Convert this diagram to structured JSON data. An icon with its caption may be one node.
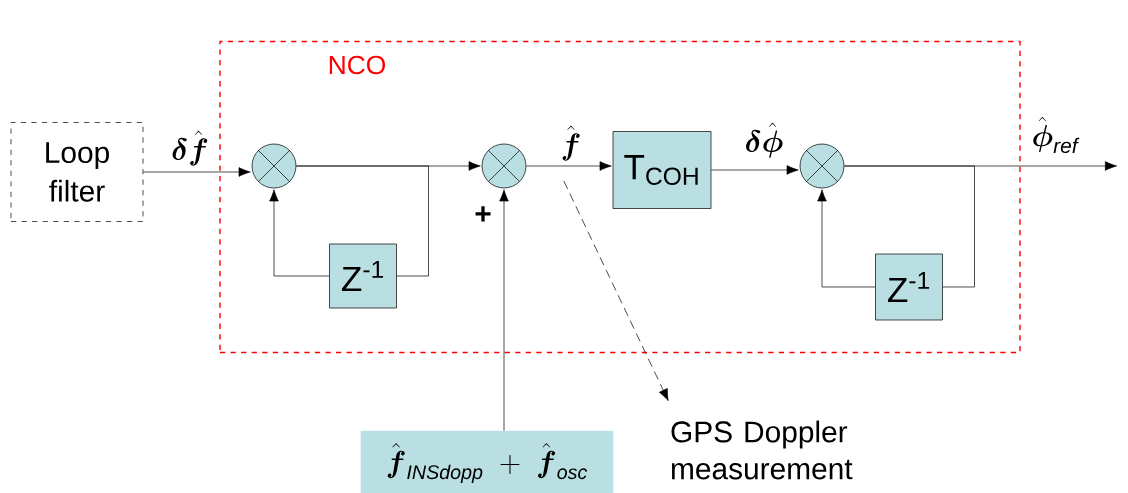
{
  "diagram": {
    "nodes": [
      {
        "text": [
          "NCO"
        ]
      },
      {
        "text": [
          "Loop filter"
        ]
      },
      {
        "text": [],
        "shape": "circle",
        "in": 0
      },
      {
        "text": [
          "Z$^{-1}$"
        ],
        "in": 0
      },
      {
        "text": [],
        "shape": "circle",
        "in": 0
      },
      {
        "text": [
          "T$_{COH}$"
        ],
        "in": 0
      },
      {
        "text": [],
        "shape": "circle",
        "in": 0
      },
      {
        "text": [
          "Z$^{-1}$"
        ],
        "in": 0
      },
      {
        "text": [
          "\\hat{\\boldsymbol{f}}_{\\mathit{INSdopp}} \\;+\\; \\hat{\\boldsymbol{f}}_{\\mathit{osc}}"
        ]
      },
      {
        "text": [
          "GPS Doppler measurement"
        ]
      }
    ],
    "edges": [
      {
        "from": 1,
        "to": 2,
        "arrow": "to",
        "label": "\\boldsymbol{\\delta}\\hat{\\boldsymbol{f}}"
      },
      {
        "from": 2,
        "to": 4,
        "arrow": "to"
      },
      {
        "from": 2,
        "to": 3,
        "arrow": "none"
      },
      {
        "from": 3,
        "to": 2,
        "arrow": "to"
      },
      {
        "from": 8,
        "to": 4,
        "arrow": "to"
      },
      {
        "from": 4,
        "to": 5,
        "arrow": "to",
        "label": "\\hat{\\boldsymbol{f}}"
      },
      {
        "from": 5,
        "to": 6,
        "arrow": "to",
        "label": "\\boldsymbol{\\delta}\\hat{\\boldsymbol{\\phi}}"
      },
      {
        "from": 6,
        "to": 7,
        "arrow": "none"
      },
      {
        "from": 7,
        "to": 6,
        "arrow": "to"
      },
      {
        "from": 6,
        "to": null,
        "arrow": "to",
        "label": "\\hat{\\boldsymbol{\\phi}}_{\\mathit{ref}}"
      },
      {
        "from": 4,
        "to": 9,
        "arrow": "to",
        "style": "dashed"
      }
    ],
    "labels": [
      "+"
    ]
  }
}
